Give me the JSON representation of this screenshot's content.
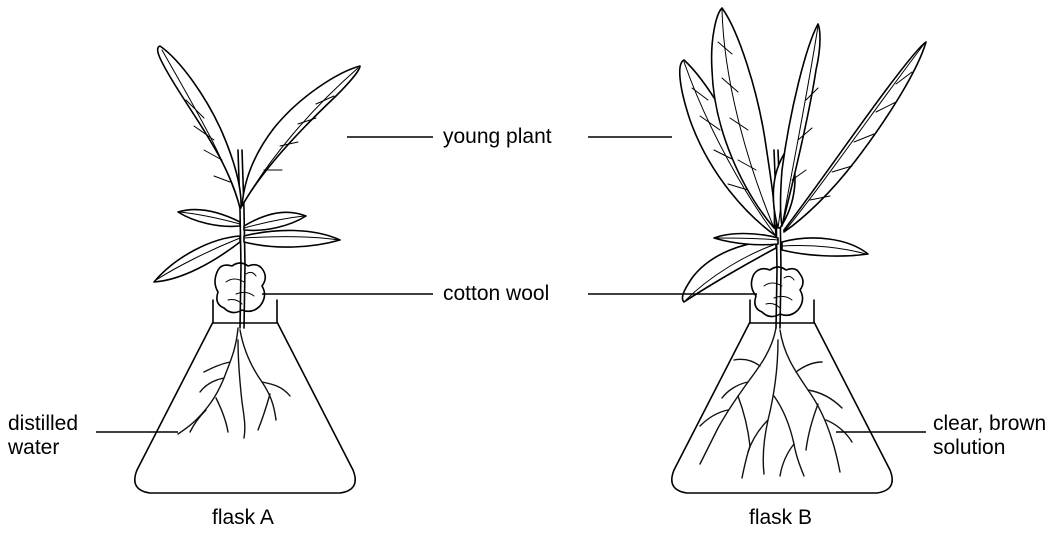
{
  "labels": {
    "young_plant": "young plant",
    "cotton_wool": "cotton wool",
    "distilled_line1": "distilled",
    "distilled_line2": "water",
    "solution_line1": "clear, brown",
    "solution_line2": "solution",
    "flask_a": "flask A",
    "flask_b": "flask B"
  }
}
